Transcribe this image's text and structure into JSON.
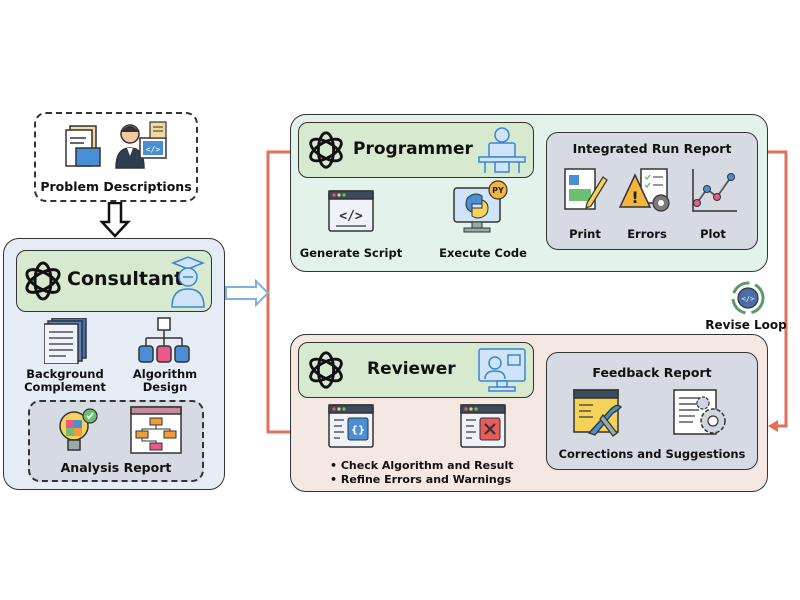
{
  "problem": {
    "label": "Problem Descriptions"
  },
  "consultant": {
    "title": "Consultant",
    "items": [
      "Background\nComplement",
      "Algorithm\nDesign"
    ],
    "analysis_label": "Analysis Report"
  },
  "programmer": {
    "title": "Programmer",
    "actions": [
      "Generate Script",
      "Execute Code"
    ],
    "py_badge": "PY"
  },
  "run_report": {
    "title": "Integrated Run Report",
    "items": [
      "Print",
      "Errors",
      "Plot"
    ]
  },
  "revise": {
    "label": "Revise Loop"
  },
  "reviewer": {
    "title": "Reviewer",
    "bullets": [
      "• Check Algorithm and Result",
      "• Refine Errors and Warnings"
    ]
  },
  "feedback": {
    "title": "Feedback Report",
    "subtitle": "Corrections and Suggestions"
  },
  "colors": {
    "arrow": "#e0705a",
    "consultant_bg": "#e6ecf6",
    "programmer_bg": "#e4f2ec",
    "reviewer_bg": "#f5e8e2",
    "header_green": "#d7ead0",
    "report_bg": "#d6dae2"
  }
}
